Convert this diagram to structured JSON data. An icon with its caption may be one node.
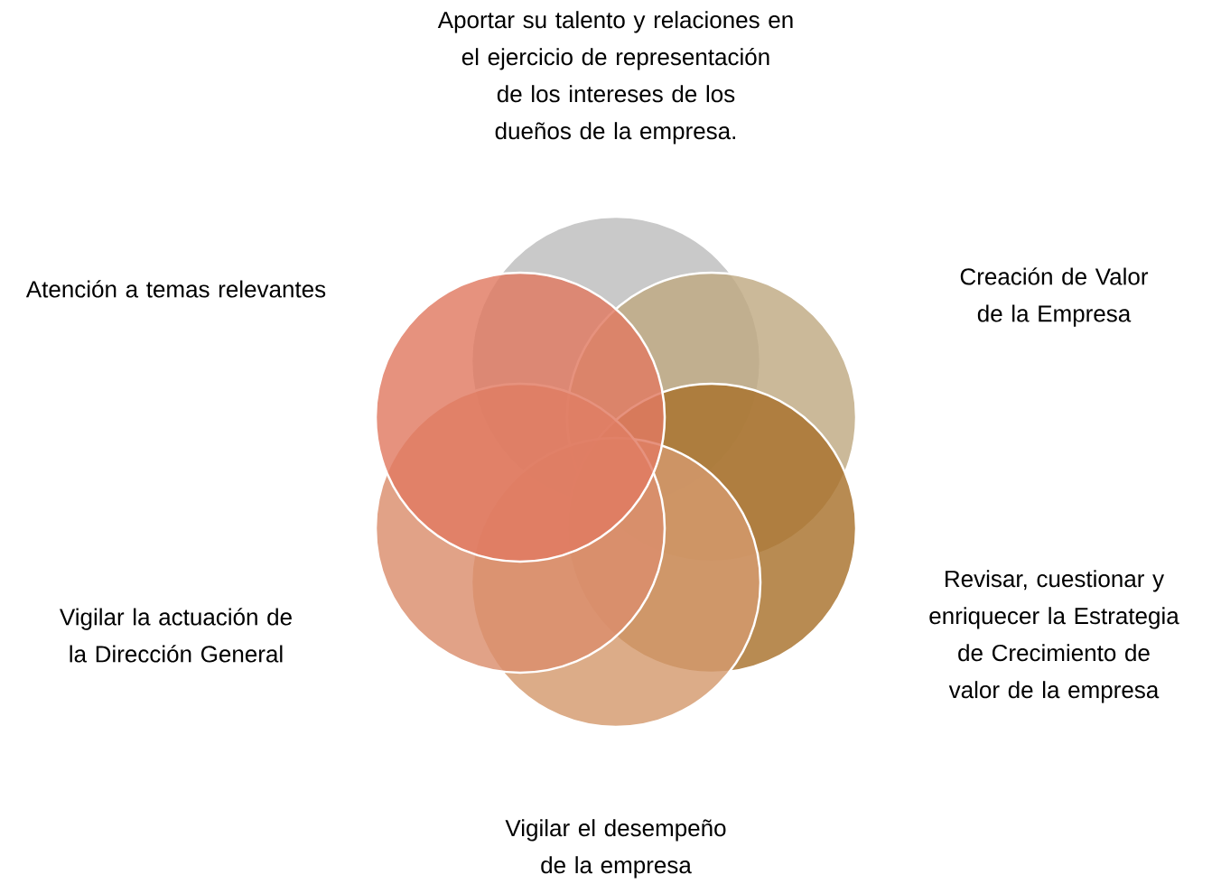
{
  "diagram": {
    "labels": [
      "Aportar su talento y relaciones en el ejercicio de representación de los intereses de los dueños de la empresa.",
      "Atención a temas relevantes",
      "Creación de Valor de la Empresa",
      "Revisar, cuestionar y enriquecer la Estrategia de Crecimiento de valor de la empresa",
      "Vigilar la actuación de la Dirección General",
      "Vigilar el desempeño de la empresa"
    ]
  }
}
